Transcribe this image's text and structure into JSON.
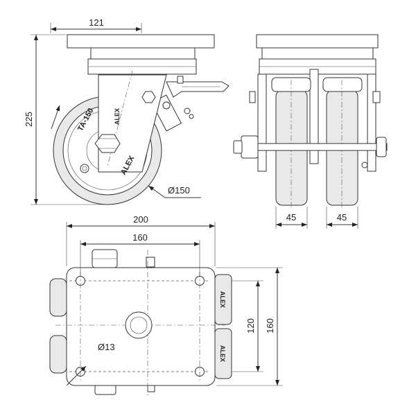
{
  "dimensions": {
    "side_top_width": "121",
    "side_height": "225",
    "wheel_diameter": "Ø150",
    "front_wheel_width_left": "45",
    "front_wheel_width_right": "45",
    "plan_width_total": "200",
    "plan_hole_spacing": "160",
    "plan_hole_diameter": "Ø13",
    "plan_height_inner": "120",
    "plan_height_total": "160"
  },
  "wheel_markings": {
    "model": "TA-150",
    "brand": "ALEX",
    "side_brand": "ALEX"
  }
}
